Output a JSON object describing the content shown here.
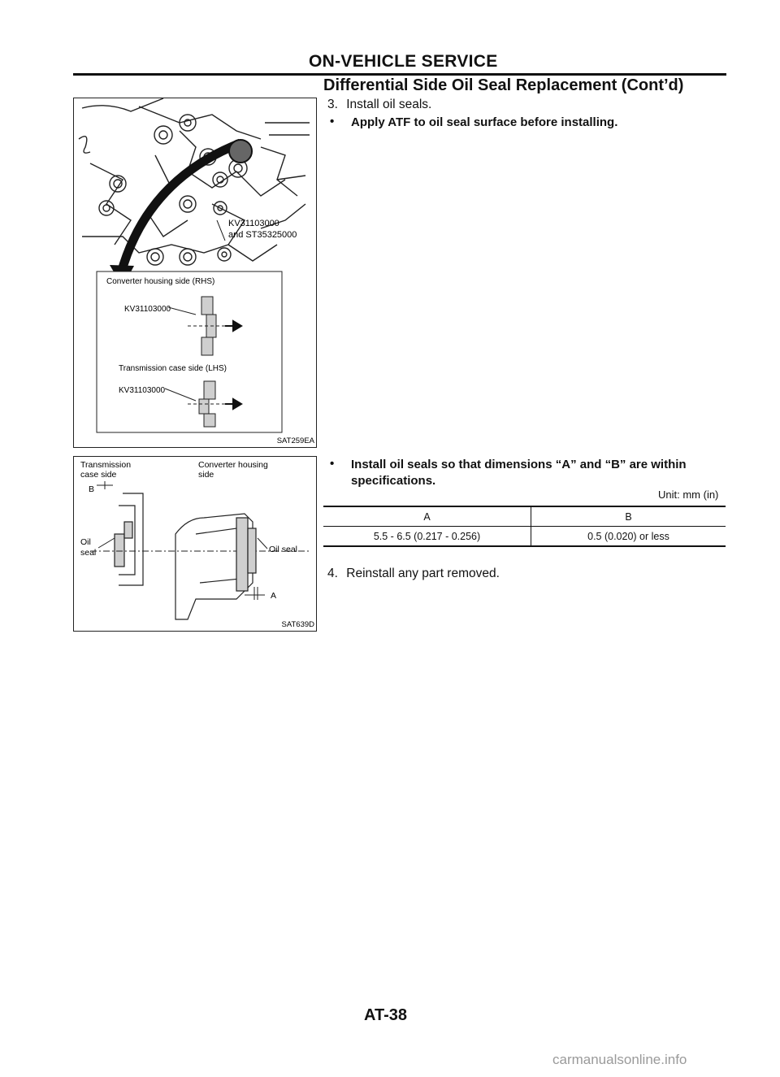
{
  "header": {
    "section_title": "ON-VEHICLE SERVICE",
    "subtitle": "Differential Side Oil Seal Replacement (Cont’d)"
  },
  "steps": {
    "step3_number": "3.",
    "step3_text": "Install oil seals.",
    "bullet1": "Apply ATF to oil seal surface before installing.",
    "bullet2": "Install oil seals so that dimensions “A” and “B” are within specifications.",
    "step4_number": "4.",
    "step4_text": "Reinstall any part removed."
  },
  "figure1": {
    "tool_callout_line1": "KV31103000",
    "tool_callout_line2": "and ST35325000",
    "rhs_label": "Converter housing side (RHS)",
    "rhs_tool": "KV31103000",
    "lhs_label": "Transmission case side (LHS)",
    "lhs_tool": "KV31103000",
    "code": "SAT259EA"
  },
  "figure2": {
    "label_transmission_line1": "Transmission",
    "label_transmission_line2": "case side",
    "label_converter_line1": "Converter housing",
    "label_converter_line2": "side",
    "label_b": "B",
    "label_oil_seal_left_line1": "Oil",
    "label_oil_seal_left_line2": "seal",
    "label_oil_seal_right": "Oil seal",
    "label_a": "A",
    "code": "SAT639D"
  },
  "spec_table": {
    "unit": "Unit: mm (in)",
    "headers": [
      "A",
      "B"
    ],
    "rows": [
      [
        "5.5 - 6.5 (0.217 - 0.256)",
        "0.5 (0.020) or less"
      ]
    ]
  },
  "footer": {
    "page_number": "AT-38",
    "watermark": "carmanualsonline.info"
  }
}
